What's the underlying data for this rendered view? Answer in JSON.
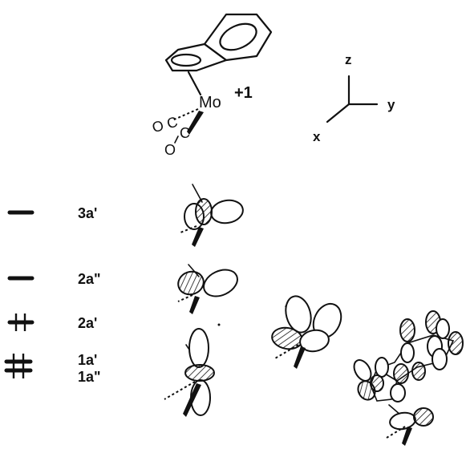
{
  "complex": {
    "metal": "Mo",
    "charge": "+1",
    "ligand_left": "O C",
    "ligand_right": "C",
    "ligand_o2": "O"
  },
  "axes": {
    "z": "z",
    "y": "y",
    "x": "x"
  },
  "levels": [
    {
      "label": "3a'",
      "electrons": 0
    },
    {
      "label": "2a\"",
      "electrons": 0
    },
    {
      "label": "2a'",
      "electrons": 2
    },
    {
      "label": "1a'",
      "electrons": 2
    },
    {
      "label": "1a\"",
      "electrons": 2
    }
  ]
}
